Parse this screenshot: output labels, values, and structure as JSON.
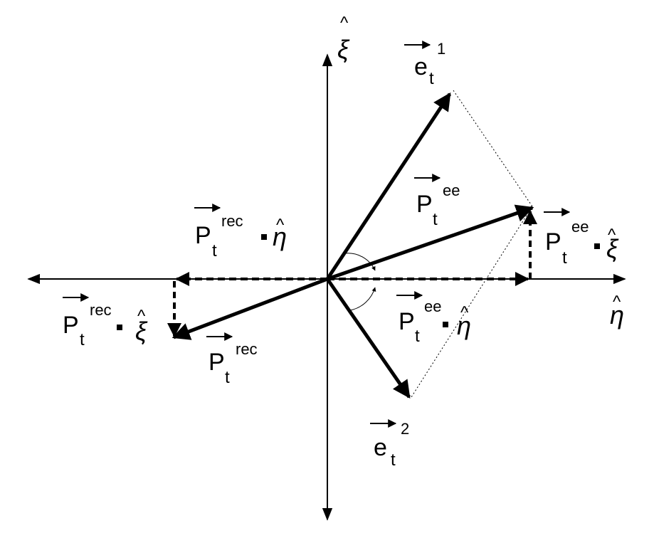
{
  "axes": {
    "vertical_label": "ξ",
    "horizontal_label": "η",
    "hat": "^"
  },
  "labels": {
    "e1": {
      "base": "e",
      "sub": "t",
      "sup": "1"
    },
    "e2": {
      "base": "e",
      "sub": "t",
      "sup": "2"
    },
    "p_ee": {
      "base": "P",
      "sub": "t",
      "sup": "ee"
    },
    "p_rec": {
      "base": "P",
      "sub": "t",
      "sup": "rec"
    },
    "p_rec_eta": {
      "base": "P",
      "sub": "t",
      "sup": "rec",
      "unit": "η"
    },
    "p_rec_xi": {
      "base": "P",
      "sub": "t",
      "sup": "rec",
      "unit": "ξ"
    },
    "p_ee_xi": {
      "base": "P",
      "sub": "t",
      "sup": "ee",
      "unit": "ξ"
    },
    "p_ee_eta": {
      "base": "P",
      "sub": "t",
      "sup": "ee",
      "unit": "η"
    }
  }
}
